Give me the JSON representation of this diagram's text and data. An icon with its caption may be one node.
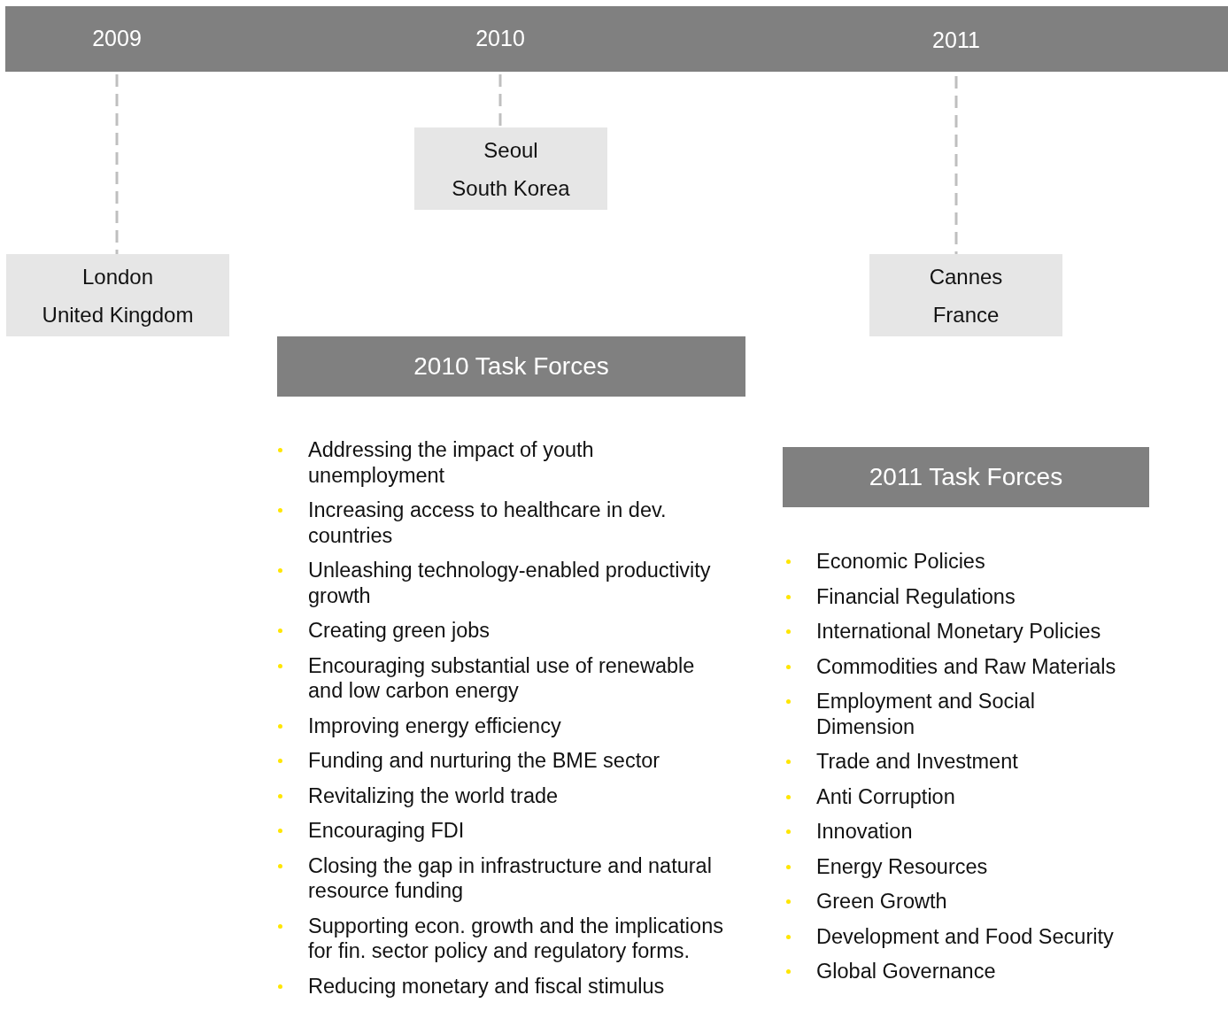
{
  "diagram": {
    "nodes": [
      {
        "text": [],
        "shape": "bar"
      },
      {
        "text": [
          "2009"
        ],
        "in": 0
      },
      {
        "text": [
          "2010"
        ],
        "in": 0
      },
      {
        "text": [
          "2011"
        ],
        "in": 0
      },
      {
        "text": [
          "Seoul",
          "South Korea"
        ]
      },
      {
        "text": [
          "London",
          "United Kingdom"
        ]
      },
      {
        "text": [
          "Cannes",
          "France"
        ]
      },
      {
        "text": [
          "2010 Task Forces"
        ]
      },
      {
        "text": [
          "2011 Task Forces"
        ]
      }
    ],
    "edges": [
      {
        "from": 1,
        "to": 5,
        "arrow": "none",
        "style": "dashed"
      },
      {
        "from": 2,
        "to": 4,
        "arrow": "none",
        "style": "dashed"
      },
      {
        "from": 3,
        "to": 6,
        "arrow": "none",
        "style": "dashed"
      }
    ],
    "labels": [
      "Addressing the impact of youth unemployment",
      "Increasing access to healthcare in dev. countries",
      "Unleashing technology-enabled productivity growth",
      "Creating green jobs",
      "Encouraging substantial use of renewable and low carbon energy",
      "Improving energy efficiency",
      "Funding and nurturing the BME sector",
      "Revitalizing the world trade",
      "Encouraging FDI",
      "Closing the gap in infrastructure and natural resource funding",
      "Supporting econ. growth and the implications for fin. sector policy and regulatory forms.",
      "Reducing monetary and fiscal stimulus",
      "Economic Policies",
      "Financial Regulations",
      "International Monetary Policies",
      "Commodities and Raw Materials",
      "Employment and Social Dimension",
      "Trade and Investment",
      "Anti Corruption",
      "Innovation",
      "Energy Resources",
      "Green Growth",
      "Development and Food Security",
      "Global Governance"
    ]
  }
}
